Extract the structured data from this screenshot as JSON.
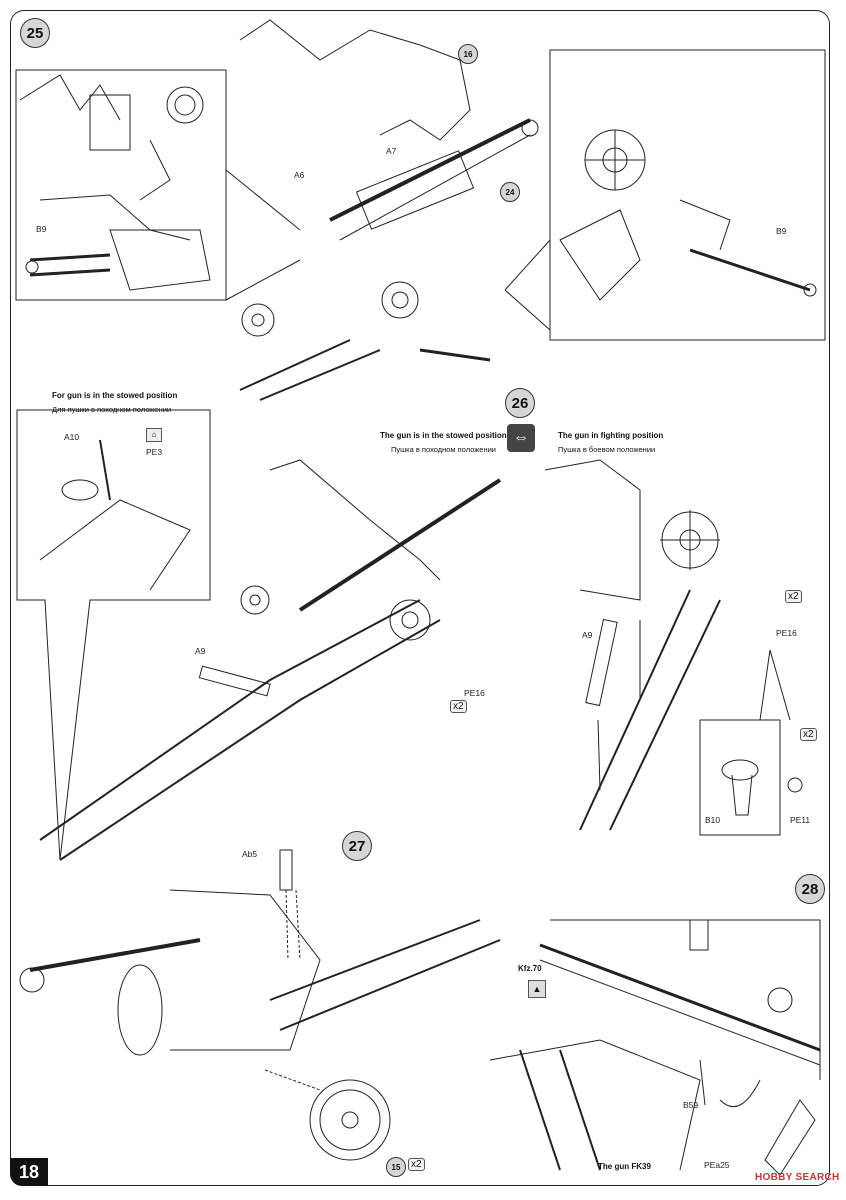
{
  "page_number": "18",
  "steps": {
    "s25": "25",
    "s26": "26",
    "s27": "27",
    "s28": "28"
  },
  "parts": {
    "p16": "16",
    "p24": "24",
    "p15": "15"
  },
  "labels": {
    "B9_left": "B9",
    "A6": "A6",
    "A7": "A7",
    "B9_right": "B9",
    "A10": "A10",
    "PE3": "PE3",
    "A9_mid": "A9",
    "PE16_mid": "PE16",
    "x2_mid": "x2",
    "A9_right": "A9",
    "PE16_right": "PE16",
    "x2_right": "x2",
    "x2_inset": "x2",
    "B10": "B10",
    "PE11": "PE11",
    "Ab5": "Ab5",
    "x2_wheel": "x2",
    "Kfz70": "Kfz.70",
    "B59": "B59",
    "PEa25": "PEa25"
  },
  "captions": {
    "stowed_en_left": "For gun is in the stowed position",
    "stowed_ru_left": "Для пушки в походном положении",
    "stowed_en": "The gun is in the stowed position",
    "stowed_ru": "Пушка в походном положении",
    "fighting_en": "The gun in fighting position",
    "fighting_ru": "Пушка в боевом положении",
    "gun_fk39": "The gun FK39"
  },
  "watermark": "HOBBY SEARCH"
}
